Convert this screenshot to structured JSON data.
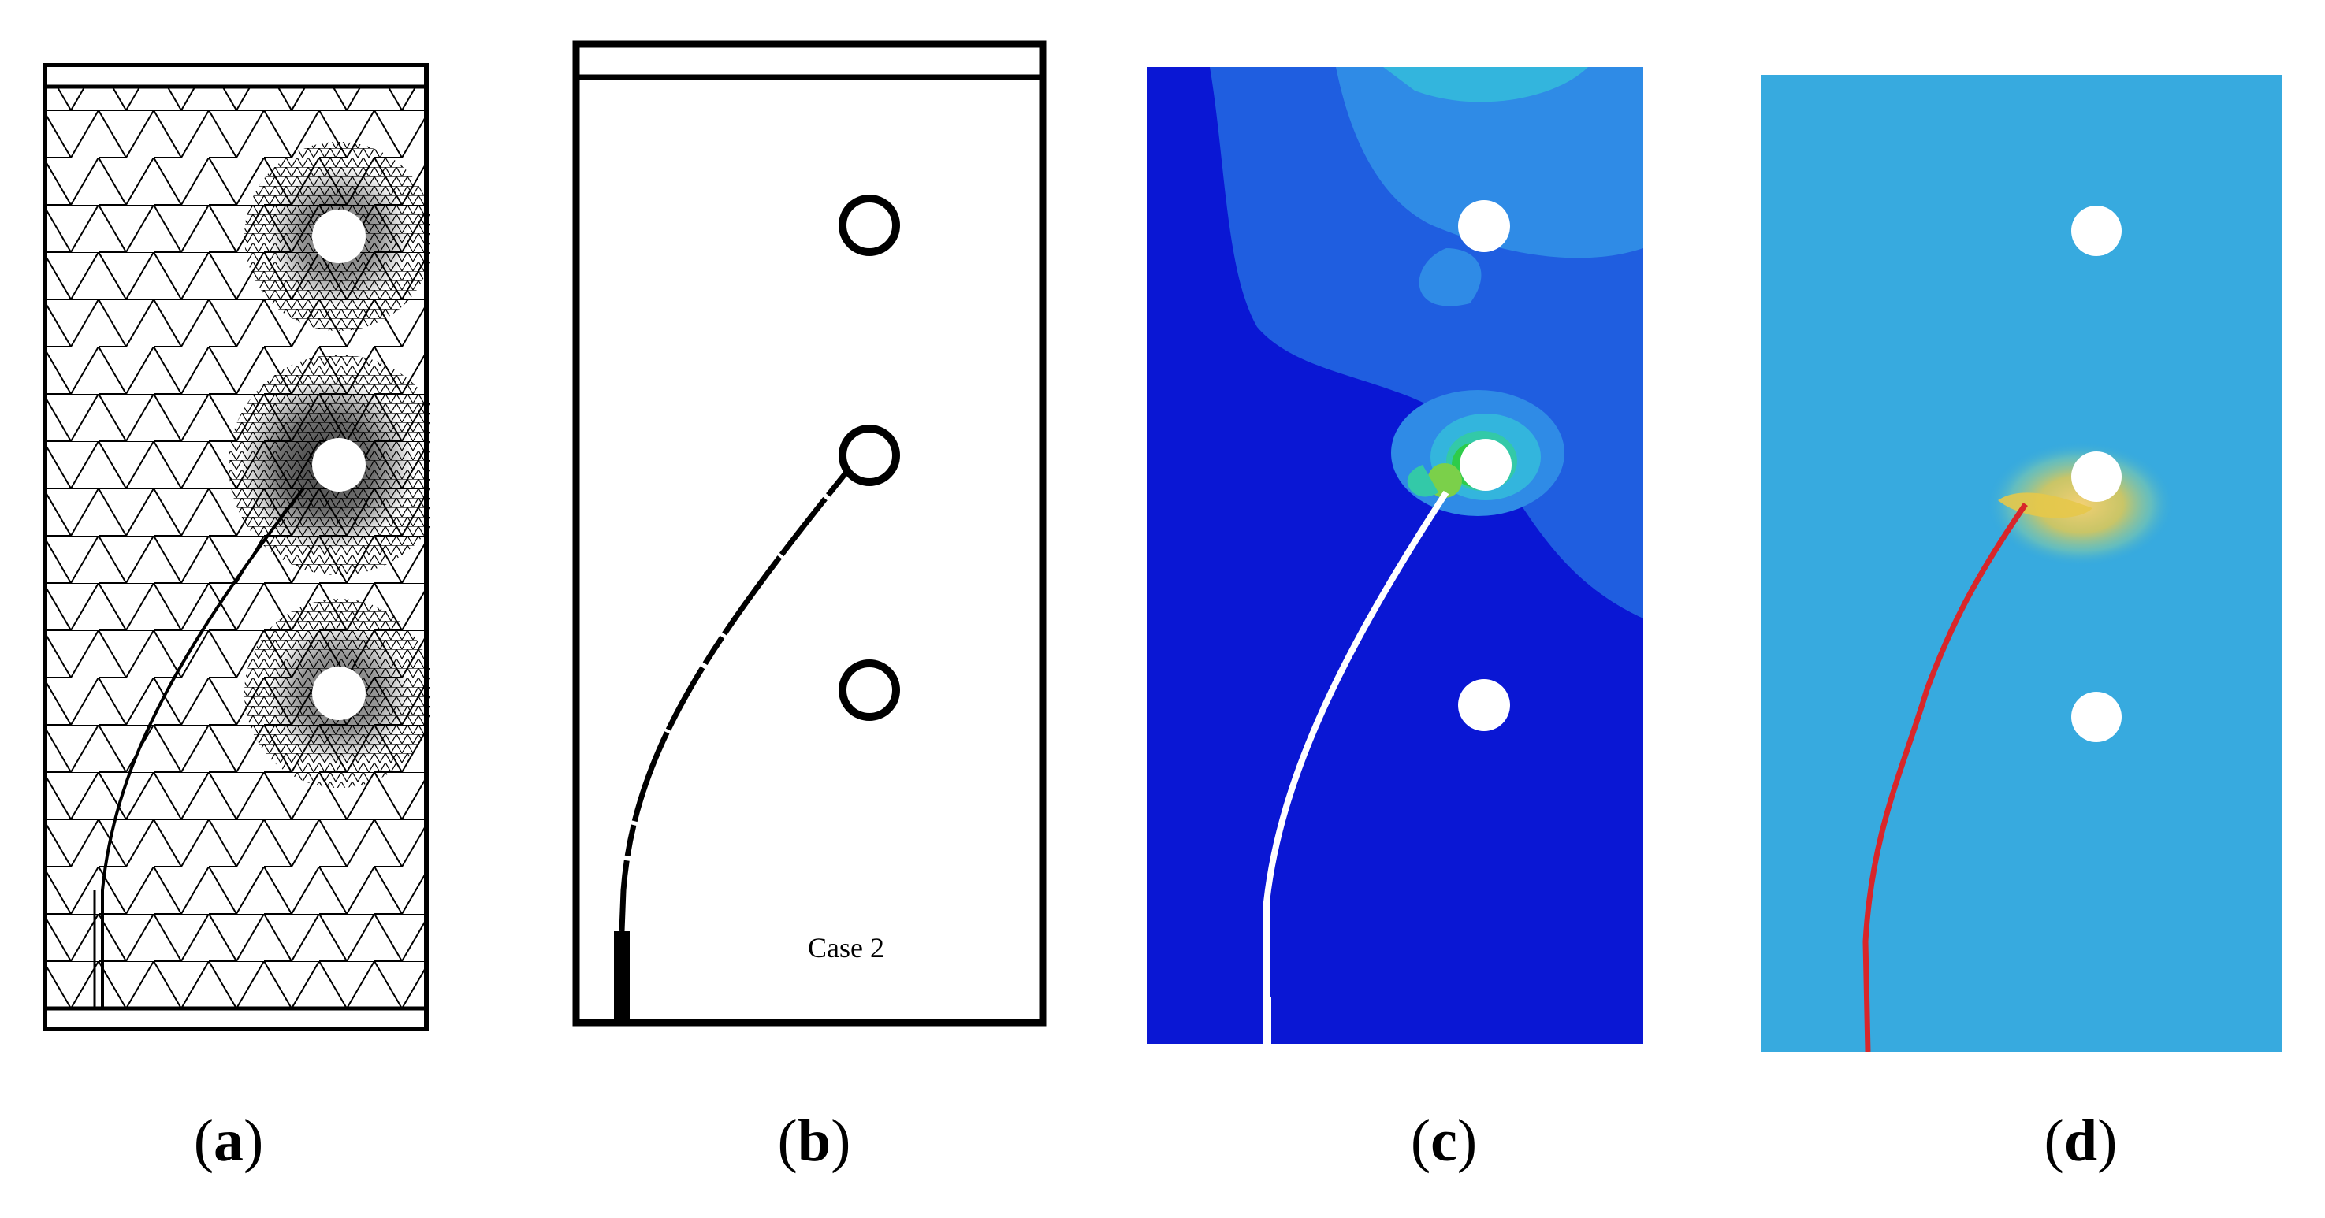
{
  "figure": {
    "panels": [
      {
        "id": "a",
        "caption_open": "(",
        "caption_letter": "a",
        "caption_close": ")",
        "content": "mesh"
      },
      {
        "id": "b",
        "caption_open": "(",
        "caption_letter": "b",
        "caption_close": ")",
        "content": "experiment",
        "inner_label": "Case 2"
      },
      {
        "id": "c",
        "caption_open": "(",
        "caption_letter": "c",
        "caption_close": ")",
        "content": "contour"
      },
      {
        "id": "d",
        "caption_open": "(",
        "caption_letter": "d",
        "caption_close": ")",
        "content": "contour"
      }
    ]
  },
  "colors": {
    "mesh_line": "#000000",
    "contour_dark_blue": "#0a17d4",
    "contour_mid_blue": "#1f5ee0",
    "contour_light_blue": "#2f8be6",
    "contour_cyan": "#33b5dd",
    "field_d": "#2fa7de",
    "crack_red": "#d8262a",
    "hot_yellow": "#e6c84a"
  }
}
